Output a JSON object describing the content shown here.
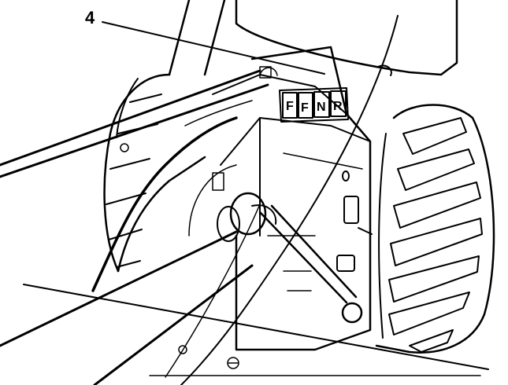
{
  "callout": {
    "number": "4"
  },
  "gear_indicator": {
    "box1": "F",
    "box2": "F",
    "box3": "N",
    "box4": "R"
  },
  "colors": {
    "ink": "#000000",
    "background": "#ffffff"
  }
}
